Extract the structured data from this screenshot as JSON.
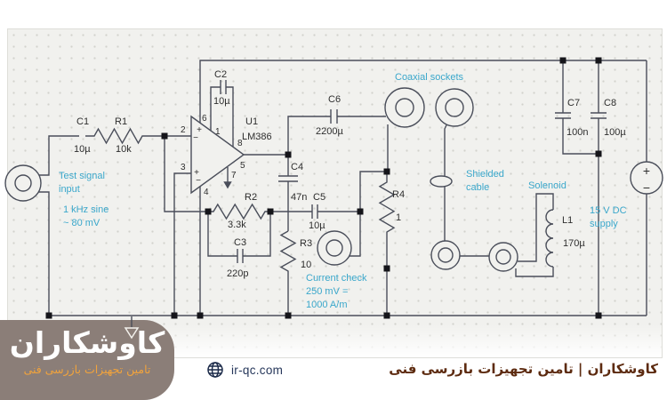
{
  "labels": {
    "c1": "C1",
    "c1v": "10µ",
    "r1": "R1",
    "r1v": "10k",
    "c2": "C2",
    "c2v": "10µ",
    "u1": "U1",
    "u1p": "LM386",
    "p1": "1",
    "p2": "2",
    "p3": "3",
    "p4": "4",
    "p5": "5",
    "p6": "6",
    "p7": "7",
    "p8": "8",
    "plus": "+",
    "minus": "−",
    "r2": "R2",
    "r2v": "3.3k",
    "c3": "C3",
    "c3v": "220p",
    "c4": "C4",
    "c4v": "47n",
    "c5": "C5",
    "c5v": "10µ",
    "c6": "C6",
    "c6v": "2200µ",
    "r3": "R3",
    "r3v": "10",
    "r4": "R4",
    "r4v": "1",
    "c7": "C7",
    "c7v": "100n",
    "c8": "C8",
    "c8v": "100µ",
    "l1": "L1",
    "l1v": "170µ"
  },
  "notes": {
    "test1": "Test signal",
    "test2": "input",
    "sine1": "1 kHz sine",
    "sine2": "~ 80 mV",
    "coaxial": "Coaxial sockets",
    "shield1": "Shielded",
    "shield2": "cable",
    "solenoid": "Solenoid",
    "supply1": "15 V DC",
    "supply2": "supply",
    "current1": "Current check",
    "current2": "250 mV =",
    "current3": "1000 A/m"
  },
  "logo": {
    "title": "کاوشکاران",
    "subtitle": "تامین تجهیزات بازرسی فنی"
  },
  "footer": {
    "website": "ir-qc.com",
    "brand": "کاوشکاران | تامین تجهیزات بازرسی فنی"
  },
  "colors": {
    "annotation": "#3aa7cb",
    "wire": "#4a4e5a",
    "logo_bg": "#8b7e78",
    "logo_subtitle": "#f1a33c",
    "footer_brand": "#5d2b10",
    "website_text": "#25365a"
  }
}
